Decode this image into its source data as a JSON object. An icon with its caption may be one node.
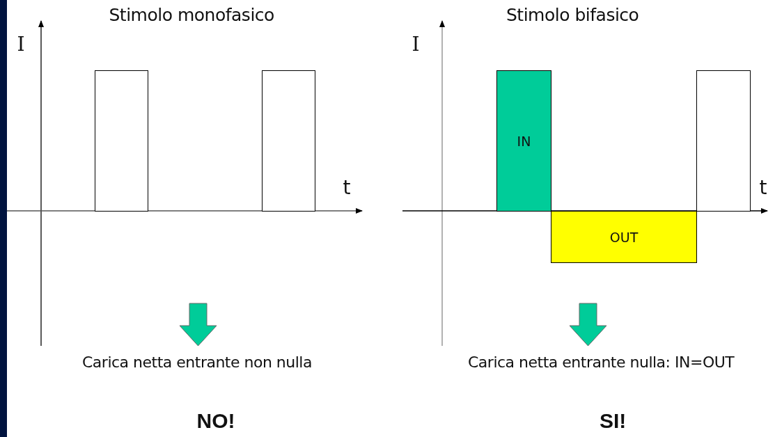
{
  "diagram": {
    "nodes": [
      {
        "text": [],
        "shape": "box"
      },
      {
        "text": [],
        "shape": "box"
      },
      {
        "text": [
          "IN"
        ]
      },
      {
        "text": [
          "OUT"
        ]
      },
      {
        "text": [],
        "shape": "box"
      }
    ],
    "edges": [],
    "labels": [
      "Stimolo monofasico",
      "I",
      "t",
      "Carica netta entrante non nulla",
      "NO!",
      "Stimolo bifasico",
      "I",
      "t",
      "Carica netta entrante nulla: IN=OUT",
      "SI!"
    ]
  }
}
